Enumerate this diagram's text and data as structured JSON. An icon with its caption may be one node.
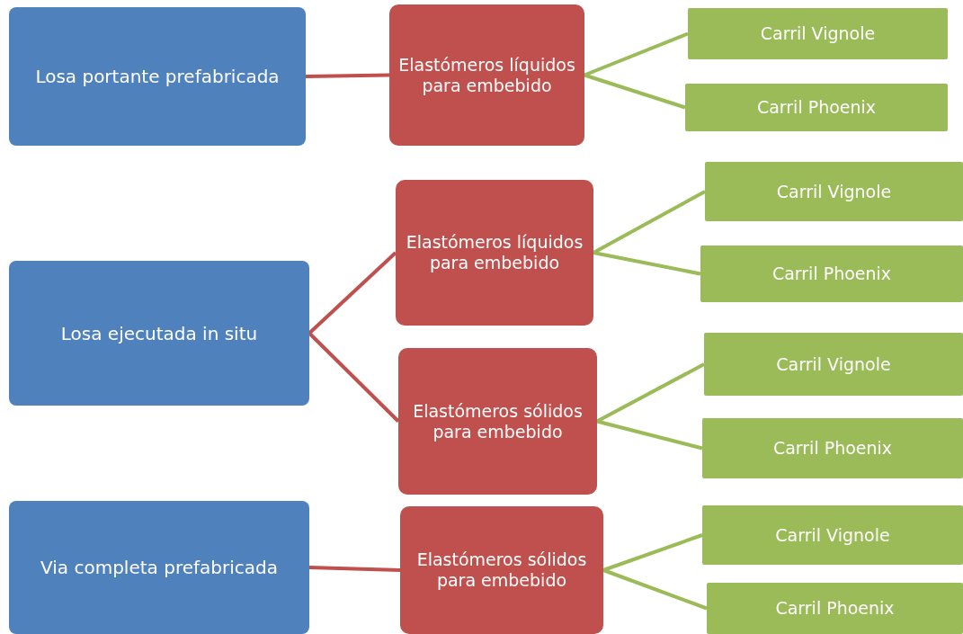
{
  "diagram": {
    "nodes": [
      {
        "text": [
          "Losa portante prefabricada"
        ]
      },
      {
        "text": [
          "Elastómeros líquidos para embebido"
        ]
      },
      {
        "text": [
          "Carril Vignole"
        ]
      },
      {
        "text": [
          "Carril Phoenix"
        ]
      },
      {
        "text": [
          "Losa ejecutada in situ"
        ]
      },
      {
        "text": [
          "Elastómeros líquidos para embebido"
        ]
      },
      {
        "text": [
          "Carril Vignole"
        ]
      },
      {
        "text": [
          "Carril Phoenix"
        ]
      },
      {
        "text": [
          "Elastómeros sólidos para embebido"
        ]
      },
      {
        "text": [
          "Carril Vignole"
        ]
      },
      {
        "text": [
          "Carril Phoenix"
        ]
      },
      {
        "text": [
          "Via completa prefabricada"
        ]
      },
      {
        "text": [
          "Elastómeros sólidos para embebido"
        ]
      },
      {
        "text": [
          "Carril Vignole"
        ]
      },
      {
        "text": [
          "Carril Phoenix"
        ]
      }
    ],
    "edges": [
      {
        "from": 0,
        "to": 1,
        "arrow": "none",
        "color": "#c0504d"
      },
      {
        "from": 1,
        "to": 2,
        "arrow": "none"
      },
      {
        "from": 1,
        "to": 3,
        "arrow": "none"
      },
      {
        "from": 4,
        "to": 5,
        "arrow": "none",
        "color": "#c0504d"
      },
      {
        "from": 4,
        "to": 8,
        "arrow": "none",
        "color": "#c0504d"
      },
      {
        "from": 5,
        "to": 6,
        "arrow": "none"
      },
      {
        "from": 5,
        "to": 7,
        "arrow": "none"
      },
      {
        "from": 8,
        "to": 9,
        "arrow": "none"
      },
      {
        "from": 8,
        "to": 10,
        "arrow": "none"
      },
      {
        "from": 11,
        "to": 12,
        "arrow": "none",
        "color": "#c0504d"
      },
      {
        "from": 12,
        "to": 13,
        "arrow": "none"
      },
      {
        "from": 12,
        "to": 14,
        "arrow": "none"
      }
    ]
  }
}
